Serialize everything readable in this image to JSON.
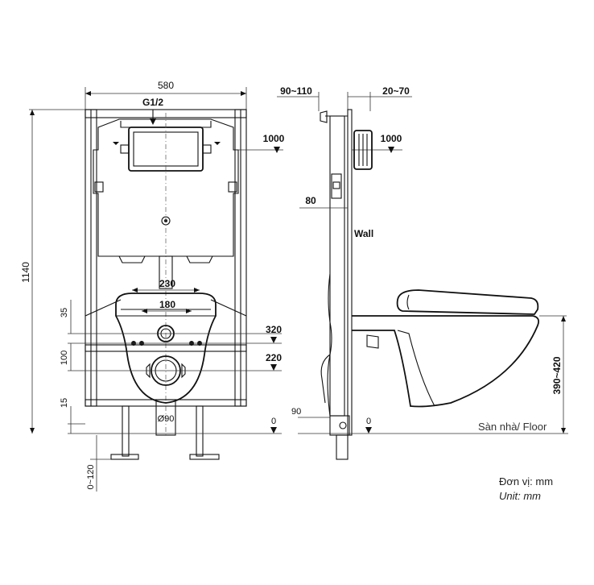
{
  "front_view": {
    "width_label": "580",
    "height_label": "1140",
    "inlet_label": "G1/2",
    "tank_level_label": "1000",
    "bowl_width_label": "230",
    "bowl_inner_label": "180",
    "level_320_label": "320",
    "level_220_label": "220",
    "level_0_label": "0",
    "gap_35_label": "35",
    "gap_100_label": "100",
    "gap_15_label": "15",
    "foot_adjust_label": "0~120",
    "outlet_diameter_label": "Ø90"
  },
  "side_view": {
    "depth_label": "90~110",
    "offset_label": "20~70",
    "tank_level_label": "1000",
    "level_80_label": "80",
    "wall_label": "Wall",
    "base_90_label": "90",
    "level_0_label": "0",
    "height_range_label": "390~420",
    "floor_label": "Sàn nhà/ Floor"
  },
  "units": {
    "vi": "Đơn vị: mm",
    "en": "Unit: mm"
  }
}
